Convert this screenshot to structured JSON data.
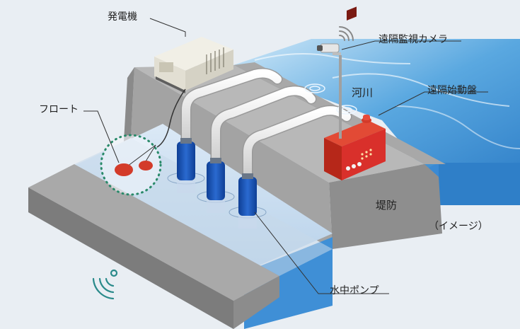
{
  "labels": {
    "generator": "発電機",
    "camera": "遠隔監視カメラ",
    "river": "河川",
    "control_panel": "遠隔始動盤",
    "float": "フロート",
    "levee": "堤防",
    "note": "（イメージ）",
    "pump": "水中ポンプ"
  },
  "icons": [
    "wireless-signal-icon",
    "camera-signal-icon"
  ],
  "colors": {
    "background": "#e9eef3",
    "river_water": "#5aa8e0",
    "river_water_light": "#cfe8f8",
    "levee_gray": "#9a9a9a",
    "pump_blue": "#1f56b8",
    "panel_red": "#d9302b",
    "float_ring_green": "#2a8a6a",
    "hose_white": "#f4f4f4"
  }
}
